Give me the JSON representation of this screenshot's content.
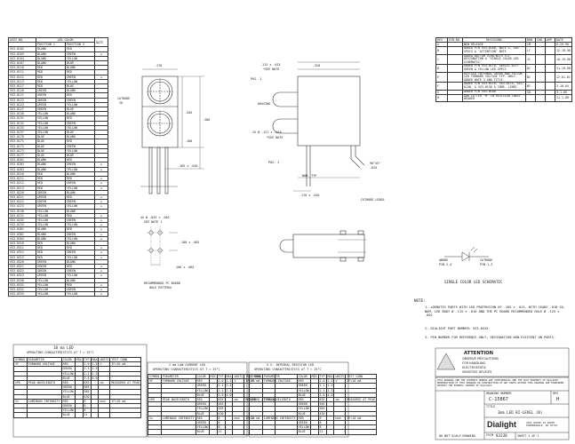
{
  "part_table": {
    "headers": [
      "ASSY NO.",
      "LED COLOR",
      "POSITION 1",
      "POSITION 2",
      "NOTE"
    ],
    "rows": [
      [
        "553-0102",
        "BLANK",
        "RED",
        ""
      ],
      [
        "553-0103",
        "BLANK",
        "GREEN",
        "★"
      ],
      [
        "553-0104",
        "BLANK",
        "YELLOW",
        ""
      ],
      [
        "553-0107",
        "BLANK",
        "BLUE",
        ""
      ],
      [
        "553-0110",
        "RED",
        "BLANK",
        ""
      ],
      [
        "553-0111",
        "RED",
        "RED",
        ""
      ],
      [
        "553-0112",
        "RED",
        "GREEN",
        "★"
      ],
      [
        "553-0113",
        "RED",
        "YELLOW",
        ""
      ],
      [
        "553-0117",
        "RED",
        "BLUE",
        ""
      ],
      [
        "553-0120",
        "GREEN",
        "BLANK",
        ""
      ],
      [
        "553-0121",
        "GREEN",
        "RED",
        ""
      ],
      [
        "553-0122",
        "GREEN",
        "GREEN",
        ""
      ],
      [
        "553-0123",
        "GREEN",
        "YELLOW",
        ""
      ],
      [
        "553-0127",
        "GREEN",
        "BLUE",
        ""
      ],
      [
        "553-0130",
        "YELLOW",
        "BLANK",
        ""
      ],
      [
        "553-0131",
        "YELLOW",
        "RED",
        ""
      ],
      [
        "553-0132",
        "YELLOW",
        "GREEN",
        ""
      ],
      [
        "553-0133",
        "YELLOW",
        "YELLOW",
        ""
      ],
      [
        "553-0137",
        "YELLOW",
        "BLUE",
        ""
      ],
      [
        "553-0170",
        "BLUE",
        "BLANK",
        ""
      ],
      [
        "553-0171",
        "BLUE",
        "RED",
        ""
      ],
      [
        "553-0172",
        "BLUE",
        "GREEN",
        ""
      ],
      [
        "553-0173",
        "BLUE",
        "YELLOW",
        ""
      ],
      [
        "553-0177",
        "BLUE",
        "BLUE",
        ""
      ],
      [
        "553-0201",
        "BLANK",
        "RED",
        ""
      ],
      [
        "553-0202",
        "BLANK",
        "GREEN",
        "★"
      ],
      [
        "553-0203",
        "BLANK",
        "YELLOW",
        "★"
      ],
      [
        "553-0210",
        "RED",
        "BLANK",
        ""
      ],
      [
        "553-0211",
        "RED",
        "RED",
        "★"
      ],
      [
        "553-0212",
        "RED",
        "GREEN",
        "★"
      ],
      [
        "553-0213",
        "RED",
        "YELLOW",
        "★"
      ],
      [
        "553-0220",
        "GREEN",
        "BLANK",
        ""
      ],
      [
        "553-0221",
        "GREEN",
        "RED",
        "★"
      ],
      [
        "553-0222",
        "GREEN",
        "GREEN",
        "★"
      ],
      [
        "553-0223",
        "GREEN",
        "YELLOW",
        "★"
      ],
      [
        "553-0230",
        "YELLOW",
        "BLANK",
        ""
      ],
      [
        "553-0231",
        "YELLOW",
        "RED",
        "★"
      ],
      [
        "553-0232",
        "YELLOW",
        "GREEN",
        "★"
      ],
      [
        "553-0233",
        "YELLOW",
        "YELLOW",
        "★"
      ],
      [
        "553-0301",
        "BLANK",
        "RED",
        "★"
      ],
      [
        "553-0302",
        "BLANK",
        "GREEN",
        "★"
      ],
      [
        "553-0303",
        "BLANK",
        "YELLOW",
        "★"
      ],
      [
        "553-0310",
        "RED",
        "BLANK",
        ""
      ],
      [
        "553-0311",
        "RED",
        "RED",
        "★"
      ],
      [
        "553-0312",
        "RED",
        "GREEN",
        "★"
      ],
      [
        "553-0313",
        "RED",
        "YELLOW",
        "★"
      ],
      [
        "553-0320",
        "GREEN",
        "BLANK",
        ""
      ],
      [
        "553-0321",
        "GREEN",
        "RED",
        "★"
      ],
      [
        "553-0322",
        "GREEN",
        "GREEN",
        "★"
      ],
      [
        "553-0323",
        "GREEN",
        "YELLOW",
        "★"
      ],
      [
        "553-0330",
        "YELLOW",
        "BLANK",
        ""
      ],
      [
        "553-0331",
        "YELLOW",
        "RED",
        "★"
      ],
      [
        "553-0332",
        "YELLOW",
        "GREEN",
        "★"
      ],
      [
        "553-0333",
        "YELLOW",
        "YELLOW",
        "★"
      ]
    ]
  },
  "revision_table": {
    "headers": [
      "REV",
      "ECN NO.",
      "REVISIONS",
      "DRN",
      "CHD",
      "APP",
      "DATE"
    ],
    "rows": [
      [
        "A",
        "",
        "NEW RELEASE",
        "LB",
        "",
        "",
        "6-29-90"
      ],
      [
        "B",
        "",
        "ADDED P/N 553-0100, NOTE 2, LED SPECS & \"ATTENTION\" NOTE",
        "LC",
        "",
        "",
        "12-18-98"
      ],
      [
        "C",
        "",
        "ADDED BOTTOM VIEW WITH FLY DESIGNATION & \"SINGLE COLOR LED SCHEMATIC\"",
        "JC",
        "",
        "",
        "10-19-98"
      ],
      [
        "D",
        "",
        "ADDED P/N 553-0170, SERIES 0277 GREEN & YELLOW LED SPECS",
        "DC",
        "",
        "",
        "11-19-98"
      ],
      [
        "E",
        "",
        "REVISED INTERNAL GREEN AND YELLOW LED FORWARD VOLTAGE TYP. ONLY. ADDED NOTE 3 AND TITLE",
        "BC",
        "",
        "",
        "12-01-01"
      ],
      [
        "F",
        "",
        "ADDED P/N 553-0110, 553-0115, 553-0136, & 553-0138 & CORR. LINES",
        "BC",
        "",
        "",
        "3-10-04"
      ],
      [
        "G",
        "",
        "ADDED P/N 553-0180",
        "SD",
        "",
        "",
        "3-1-05"
      ],
      [
        "H",
        "",
        "ADD LETTER \"H\" IN REVISION TABLE HEADER",
        "",
        "",
        "",
        "11-1-08"
      ]
    ]
  },
  "dimensions": {
    "top_width": ".170",
    "body_width": ".320",
    "height": ".380",
    "lens_dia": ".205",
    "pitch": ".100",
    "lead_span": ".185 ± .010",
    "top_offset": ".113 ± .013",
    "see_note": "*SEE NOTE",
    "lens_top": "2X Ø .127 ± .010",
    "lead_dim": ".170 ± .016",
    "angle": "90°±5°",
    "lead_len": ".025",
    "pcb_holes": "4X Ø .043 ± .002",
    "pcb_hole_note": "SEE NOTE 1",
    "pcb_dim1": ".100 ± .002",
    "pcb_dim2": ".100 ± .002",
    "pcb_title_1": "RECOMMENDED PC BOARD",
    "pcb_title_2": "HOLE PATTERN",
    "cathode": "CATHODE",
    "cathode_id": "ID",
    "pos1": "POS. 1",
    "pos2": "POS. 2",
    "housing": "HOUSING",
    "nom_typ": "NOM. TYP",
    "cathode_leads": "CATHODE LEADS",
    "anode": "ANODE",
    "anode_pin": "PIN 2,4",
    "cathode_pin": "PIN 1,3",
    "cathode_label": "CATHODE",
    "schematic_title": "SINGLE COLOR LED SCHEMATIC"
  },
  "notes": {
    "heading": "NOTE:",
    "items": [
      "1. ★DENOTES PARTS WITH LED PROTRUSION OF .105 ± .013, WITH LEADS .018 SQ. NOM. LED BODY Ø .115 ± .010 AND THE PC BOARD RECOMMENDED HOLE Ø .125 ± .002",
      "2. DIALIGHT PART NUMBER: 553-0XXX",
      "3. PIN NUMBER FOR REFERENCE ONLY, DESIGNATION NON-EXISTENT ON PARTS."
    ]
  },
  "spec_tables": {
    "t1_title": "10 ma LED",
    "t1_sub": "OPERATING CHARACTERISTICS AT T = 25°C",
    "t2_title": "2 ma LOW CURRENT LED",
    "t2_sub": "OPERATING CHARACTERISTICS AT T = 25°C",
    "t3_title": "5 V. INTEGRAL RESISTOR LED",
    "t3_sub": "OPERATING CHARACTERISTICS AT T = 25°C",
    "headers": [
      "SYMBOL",
      "PARAMETER",
      "COLOR",
      "MIN",
      "TYP",
      "MAX",
      "UNITS",
      "TEST COND"
    ],
    "rows": [
      [
        "VF",
        "FORWARD VOLTAGE",
        "RED",
        "",
        "2.0",
        "2.5",
        "V",
        "IF=10 mA"
      ],
      [
        "",
        "",
        "GREEN",
        "",
        "2.1",
        "2.5",
        "",
        ""
      ],
      [
        "",
        "",
        "YELLOW",
        "",
        "2.1",
        "2.5",
        "",
        ""
      ],
      [
        "",
        "",
        "BLUE",
        "",
        "3.6",
        "4.0",
        "",
        ""
      ],
      [
        "λPK",
        "PEAK WAVELENGTH",
        "RED",
        "",
        "635",
        "",
        "nm",
        "MEASURED AT PEAK"
      ],
      [
        "",
        "",
        "GREEN",
        "",
        "565",
        "",
        "",
        ""
      ],
      [
        "",
        "",
        "YELLOW",
        "",
        "585",
        "",
        "",
        ""
      ],
      [
        "",
        "",
        "BLUE",
        "",
        "430",
        "",
        "",
        ""
      ],
      [
        "Iv",
        "LUMINOUS INTENSITY",
        "RED",
        "",
        "8",
        "",
        "mcd",
        "IF=10 mA"
      ],
      [
        "",
        "",
        "GREEN",
        "",
        "8",
        "",
        "",
        ""
      ],
      [
        "",
        "",
        "YELLOW",
        "",
        "8",
        "",
        "",
        ""
      ],
      [
        "",
        "",
        "BLUE",
        "",
        "21",
        "",
        "",
        ""
      ]
    ]
  },
  "attention": {
    "title": "ATTENTION",
    "line1": "OBSERVE PRECAUTIONS",
    "line2": "FOR HANDLING",
    "line3": "ELECTROSTATIC",
    "line4": "SENSITIVE DEVICES"
  },
  "title_block": {
    "prop_note": "THIS DRAWING AND THE CONTENTS HEREIN ARE CONFIDENTIAL AND THE SOLE PROPERTY OF DIALIGHT. REPRODUCTION OF THIS DRAWING OR CONSTRUCTION OF ANY PARTS WITHIN THIS DRAWING ARE FORBIDDEN WITHOUT THE EXPRESS CONSENT OF DIALIGHT.",
    "drawing_number_label": "DRAWING NUMBER",
    "drawing_number": "C-15867",
    "rev_label": "REV",
    "rev": "H",
    "title_label": "TITLE",
    "title": "3mm LED BI-LEVEL (B)",
    "company": "Dialight",
    "address": "1501 ROUTE 34 SOUTH FARMINGDALE, NJ 07727",
    "fscm_label": "FSCM",
    "fscm": "83330",
    "scale": "SHEET 1 OF 1",
    "scale_label": "DO NOT SCALE DRAWING"
  }
}
